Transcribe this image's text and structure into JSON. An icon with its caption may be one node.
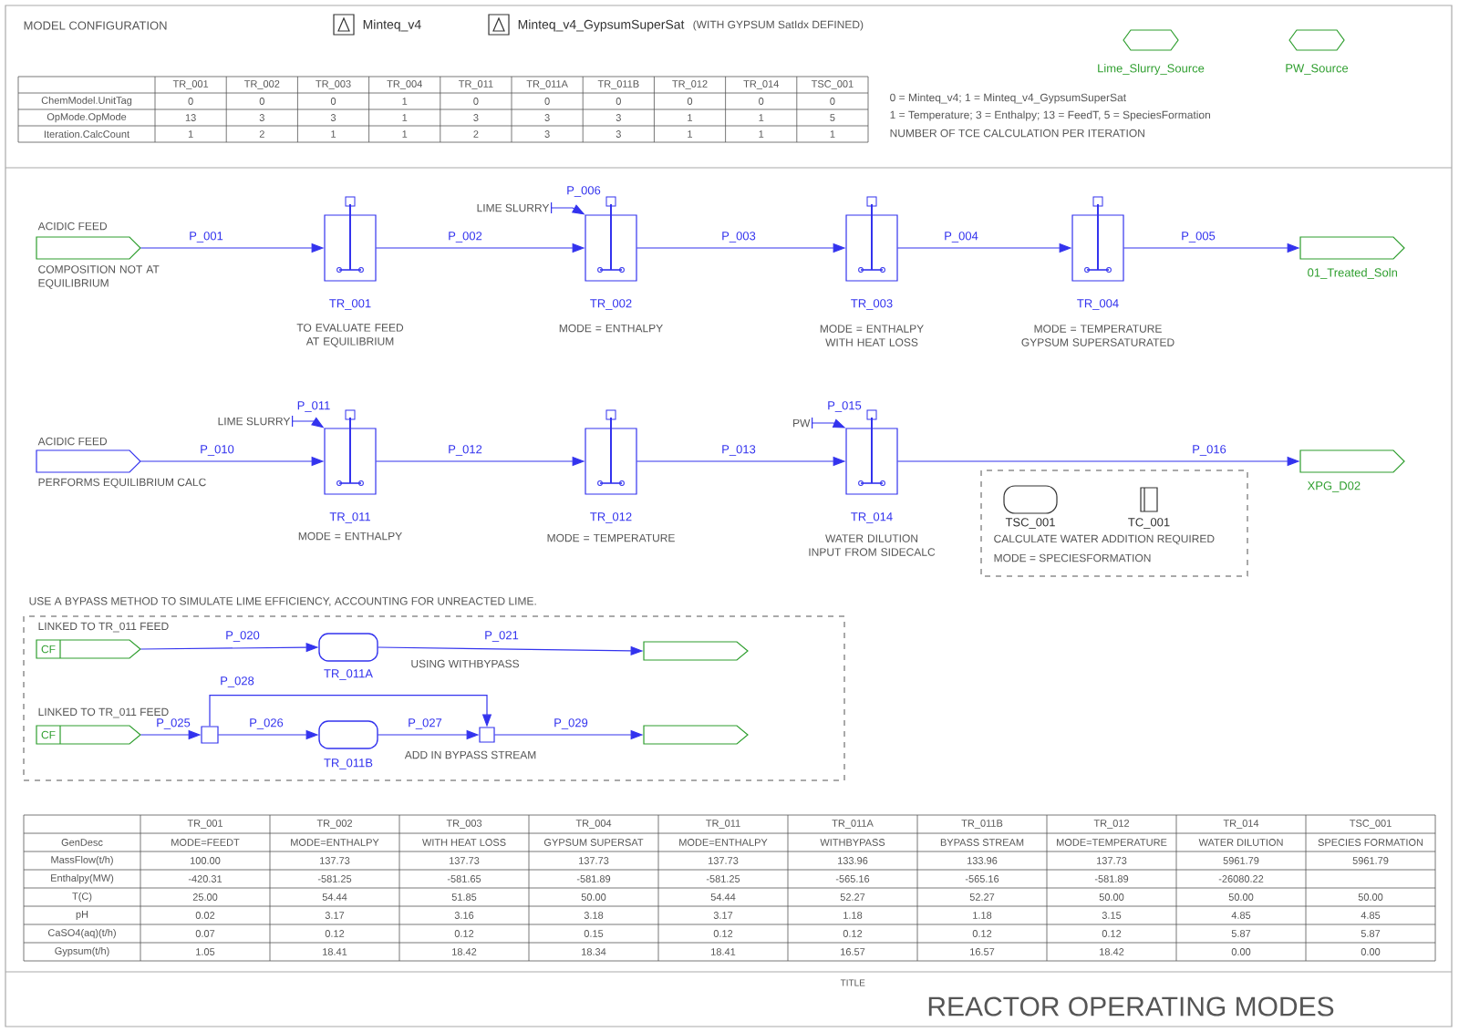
{
  "diagram": {
    "title": "REACTOR OPERATING MODES",
    "nodes": [
      {
        "text": [
          "Lime_Slurry_Source"
        ]
      },
      {
        "text": [
          "PW_Source"
        ]
      },
      {
        "text": [
          "ACIDIC FEED",
          "COMPOSITION NOT AT EQUILIBRIUM"
        ]
      },
      {
        "text": [
          "TR_001",
          "TO EVALUATE FEED AT EQUILIBRIUM"
        ]
      },
      {
        "text": [
          "TR_002",
          "MODE = ENTHALPY"
        ]
      },
      {
        "text": [
          "TR_003",
          "MODE = ENTHALPY WITH HEAT LOSS"
        ]
      },
      {
        "text": [
          "TR_004",
          "MODE = TEMPERATURE GYPSUM SUPERSATURATED"
        ]
      },
      {
        "text": [
          "01_Treated_Soln"
        ]
      },
      {
        "text": [
          "LIME SLURRY"
        ]
      },
      {
        "text": [
          "ACIDIC FEED",
          "PERFORMS EQUILIBRIUM CALC"
        ]
      },
      {
        "text": [
          "TR_011",
          "MODE = ENTHALPY"
        ]
      },
      {
        "text": [
          "TR_012",
          "MODE = TEMPERATURE"
        ]
      },
      {
        "text": [
          "TR_014",
          "WATER DILUTION INPUT FROM SIDECALC"
        ]
      },
      {
        "text": [
          "XPG_D02"
        ]
      },
      {
        "text": [
          "LIME SLURRY"
        ]
      },
      {
        "text": [
          "PW"
        ]
      },
      {
        "text": [
          "CALCULATE WATER ADDITION REQUIRED",
          "MODE = SPECIESFORMATION"
        ]
      },
      {
        "text": [
          "TSC_001"
        ],
        "in": 16
      },
      {
        "text": [
          "TC_001"
        ],
        "in": 16
      },
      {
        "text": [
          "USE A BYPASS METHOD TO SIMULATE LIME EFFICIENCY, ACCOUNTING FOR UNREACTED LIME."
        ]
      },
      {
        "text": [
          "LINKED TO TR_011 FEED",
          "CF"
        ],
        "in": 19
      },
      {
        "text": [
          "TR_011A"
        ],
        "in": 19
      },
      {
        "text": [],
        "shape": "box",
        "in": 19
      },
      {
        "text": [
          "LINKED TO TR_011 FEED",
          "CF"
        ],
        "in": 19
      },
      {
        "text": [],
        "shape": "box",
        "in": 19
      },
      {
        "text": [
          "TR_011B"
        ],
        "in": 19
      },
      {
        "text": [],
        "shape": "box",
        "in": 19
      },
      {
        "text": [],
        "shape": "box",
        "in": 19
      }
    ],
    "edges": [
      {
        "from": 2,
        "to": 3,
        "arrow": "to",
        "label": "P_001"
      },
      {
        "from": 3,
        "to": 4,
        "arrow": "to",
        "label": "P_002"
      },
      {
        "from": 4,
        "to": 5,
        "arrow": "to",
        "label": "P_003"
      },
      {
        "from": 5,
        "to": 6,
        "arrow": "to",
        "label": "P_004"
      },
      {
        "from": 6,
        "to": 7,
        "arrow": "to",
        "label": "P_005"
      },
      {
        "from": 8,
        "to": 4,
        "arrow": "to",
        "label": "P_006"
      },
      {
        "from": 9,
        "to": 10,
        "arrow": "to",
        "label": "P_010"
      },
      {
        "from": 10,
        "to": 11,
        "arrow": "to",
        "label": "P_012"
      },
      {
        "from": 11,
        "to": 12,
        "arrow": "to",
        "label": "P_013"
      },
      {
        "from": 12,
        "to": 13,
        "arrow": "to",
        "label": "P_016"
      },
      {
        "from": 14,
        "to": 10,
        "arrow": "to",
        "label": "P_011"
      },
      {
        "from": 15,
        "to": 12,
        "arrow": "to",
        "label": "P_015"
      },
      {
        "from": 20,
        "to": 21,
        "arrow": "to",
        "label": "P_020"
      },
      {
        "from": 21,
        "to": 22,
        "arrow": "to",
        "label": "P_021"
      },
      {
        "from": 23,
        "to": 24,
        "arrow": "to",
        "label": "P_025"
      },
      {
        "from": 24,
        "to": 25,
        "arrow": "to",
        "label": "P_026"
      },
      {
        "from": 25,
        "to": 26,
        "arrow": "to",
        "label": "P_027"
      },
      {
        "from": 24,
        "to": 26,
        "arrow": "to",
        "label": "P_028"
      },
      {
        "from": 26,
        "to": 27,
        "arrow": "to",
        "label": "P_029"
      }
    ],
    "labels": [
      "MODEL CONFIGURATION",
      "Minteq_v4",
      "Minteq_v4_GypsumSuperSat",
      "(WITH GYPSUM SatIdx DEFINED)",
      "TR_001",
      "TR_002",
      "TR_003",
      "TR_004",
      "TR_011",
      "TR_011A",
      "TR_011B",
      "TR_012",
      "TR_014",
      "TSC_001",
      "ChemModel.UnitTag",
      "0",
      "0",
      "0",
      "1",
      "0",
      "0",
      "0",
      "0",
      "0",
      "0",
      "OpMode.OpMode",
      "13",
      "3",
      "3",
      "1",
      "3",
      "3",
      "3",
      "1",
      "1",
      "5",
      "Iteration.CalcCount",
      "1",
      "2",
      "1",
      "1",
      "2",
      "3",
      "3",
      "1",
      "1",
      "1",
      "0 = Minteq_v4; 1 = Minteq_v4_GypsumSuperSat",
      "1 = Temperature; 3 = Enthalpy; 13 = FeedT, 5 = SpeciesFormation",
      "NUMBER OF TCE CALCULATION PER ITERATION",
      "USING WITHBYPASS",
      "ADD IN BYPASS STREAM",
      "TR_001",
      "TR_002",
      "TR_003",
      "TR_004",
      "TR_011",
      "TR_011A",
      "TR_011B",
      "TR_012",
      "TR_014",
      "TSC_001",
      "GenDesc",
      "MODE=FEEDT",
      "MODE=ENTHALPY",
      "WITH HEAT LOSS",
      "GYPSUM SUPERSAT",
      "MODE=ENTHALPY",
      "WITHBYPASS",
      "BYPASS STREAM",
      "MODE=TEMPERATURE",
      "WATER DILUTION",
      "SPECIES FORMATION",
      "MassFlow(t/h)",
      "100.00",
      "137.73",
      "137.73",
      "137.73",
      "137.73",
      "133.96",
      "133.96",
      "137.73",
      "5961.79",
      "5961.79",
      "Enthalpy(MW)",
      "-420.31",
      "-581.25",
      "-581.65",
      "-581.89",
      "-581.25",
      "-565.16",
      "-565.16",
      "-581.89",
      "-26080.22",
      "T(C)",
      "25.00",
      "54.44",
      "51.85",
      "50.00",
      "54.44",
      "52.27",
      "52.27",
      "50.00",
      "50.00",
      "50.00",
      "pH",
      "0.02",
      "3.17",
      "3.16",
      "3.18",
      "3.17",
      "1.18",
      "1.18",
      "3.15",
      "4.85",
      "4.85",
      "CaSO4(aq)(t/h)",
      "0.07",
      "0.12",
      "0.12",
      "0.15",
      "0.12",
      "0.12",
      "0.12",
      "0.12",
      "5.87",
      "5.87",
      "Gypsum(t/h)",
      "1.05",
      "18.41",
      "18.42",
      "18.34",
      "18.41",
      "16.57",
      "16.57",
      "18.42",
      "0.00",
      "0.00",
      "TITLE"
    ]
  }
}
